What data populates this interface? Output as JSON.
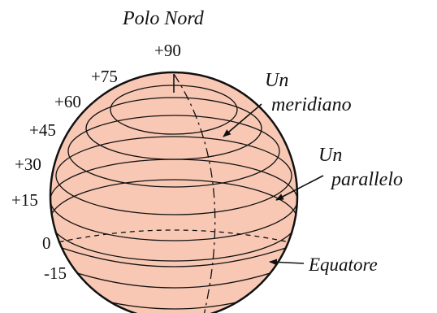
{
  "diagram": {
    "title": "Polo Nord",
    "latitudes": {
      "p90": "+90",
      "p75": "+75",
      "p60": "+60",
      "p45": "+45",
      "p30": "+30",
      "p15": "+15",
      "zero": "0",
      "m15": "-15"
    },
    "meridian_label": {
      "line1": "Un",
      "line2": "meridiano"
    },
    "parallel_label": {
      "line1": "Un",
      "line2": "parallelo"
    },
    "equator_label": "Equatore"
  },
  "colors": {
    "sphere_fill": "#f8c8b4",
    "line": "#111111",
    "background": "#ffffff"
  }
}
